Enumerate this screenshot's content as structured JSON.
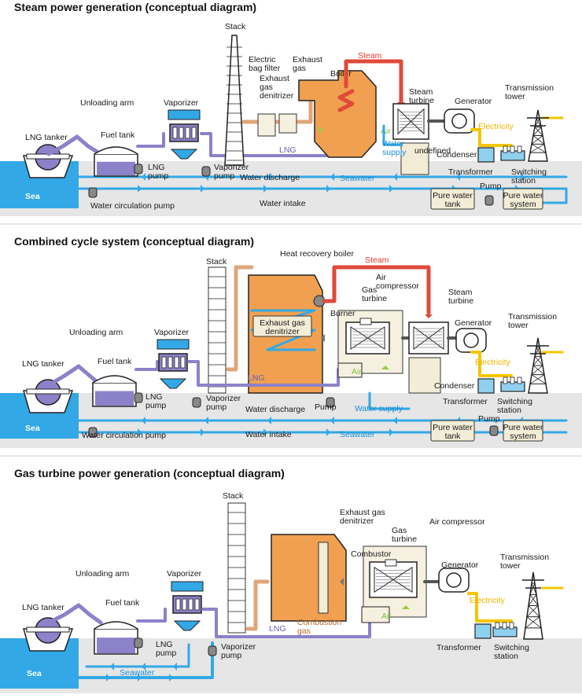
{
  "colors": {
    "water": "#33a8e6",
    "steam": "#e04a3a",
    "lng": "#8b82c9",
    "air": "#9ccc3d",
    "electricity": "#f5c500",
    "exhaust": "#e0a67a",
    "boiler": "#f0a050",
    "ground": "#e6e6e6",
    "sea": "#33a8e6"
  },
  "panels": [
    {
      "title": "Steam power generation (conceptual diagram)",
      "labels": {
        "stack": "Stack",
        "electric_bag_filter": "Electric\nbag filter",
        "exhaust_gas": "Exhaust\ngas",
        "exhaust_gas_denitrizer": "Exhaust\ngas\ndenitrizer",
        "boiler": "Boiler",
        "steam": "Steam",
        "steam_turbine": "Steam\nturbine",
        "generator": "Generator",
        "transmission_tower": "Transmission\ntower",
        "electricity": "Electricity",
        "unloading_arm": "Unloading arm",
        "vaporizer": "Vaporizer",
        "lng_tanker": "LNG tanker",
        "fuel_tank": "Fuel tank",
        "lng": "LNG",
        "air": "Air",
        "water_supply": "Water\nsupply",
        "condenser": "Condenser",
        "transformer": "Transformer",
        "switching_station": "Switching\nstation",
        "lng_pump": "LNG\npump",
        "vaporizer_pump": "Vaporizer\npump",
        "water_discharge": "Water discharge",
        "seawater": "Seawater",
        "sea": "Sea",
        "pump": "Pump",
        "pure_water_tank": "Pure water\ntank",
        "pure_water_system": "Pure water\nsystem",
        "water_circulation_pump": "Water circulation pump",
        "water_intake": "Water intake"
      }
    },
    {
      "title": "Combined cycle system (conceptual diagram)",
      "labels": {
        "stack": "Stack",
        "heat_recovery_boiler": "Heat recovery boiler",
        "steam": "Steam",
        "air_compressor": "Air\ncompressor",
        "gas_turbine": "Gas\nturbine",
        "steam_turbine": "Steam\nturbine",
        "burner": "Burner",
        "generator": "Generator",
        "transmission_tower": "Transmission\ntower",
        "unloading_arm": "Unloading arm",
        "vaporizer": "Vaporizer",
        "exhaust_gas_denitrizer": "Exhaust gas\ndenitrizer",
        "lng_tanker": "LNG tanker",
        "fuel_tank": "Fuel tank",
        "air": "Air",
        "electricity": "Electricity",
        "lng": "LNG",
        "condenser": "Condenser",
        "transformer": "Transformer",
        "switching_station": "Switching\nstation",
        "lng_pump": "LNG\npump",
        "vaporizer_pump": "Vaporizer\npump",
        "water_discharge": "Water discharge",
        "pump": "Pump",
        "water_supply": "Water supply",
        "sea": "Sea",
        "pure_water_tank": "Pure water\ntank",
        "pure_water_system": "Pure water\nsystem",
        "water_circulation_pump": "Water circulation pump",
        "water_intake": "Water intake",
        "seawater": "Seawater"
      }
    },
    {
      "title": "Gas turbine power generation (conceptual diagram)",
      "labels": {
        "stack": "Stack",
        "exhaust_gas_denitrizer": "Exhaust gas\ndenitrizer",
        "gas_turbine": "Gas\nturbine",
        "air_compressor": "Air compressor",
        "combustor": "Combustor",
        "generator": "Generator",
        "transmission_tower": "Transmission\ntower",
        "unloading_arm": "Unloading arm",
        "vaporizer": "Vaporizer",
        "lng_tanker": "LNG tanker",
        "fuel_tank": "Fuel tank",
        "air": "Air",
        "electricity": "Electricity",
        "combustion_gas": "Combustion\ngas",
        "lng": "LNG",
        "lng_pump": "LNG\npump",
        "vaporizer_pump": "Vaporizer\npump",
        "transformer": "Transformer",
        "switching_station": "Switching\nstation",
        "seawater": "Seawater",
        "sea": "Sea"
      }
    }
  ]
}
